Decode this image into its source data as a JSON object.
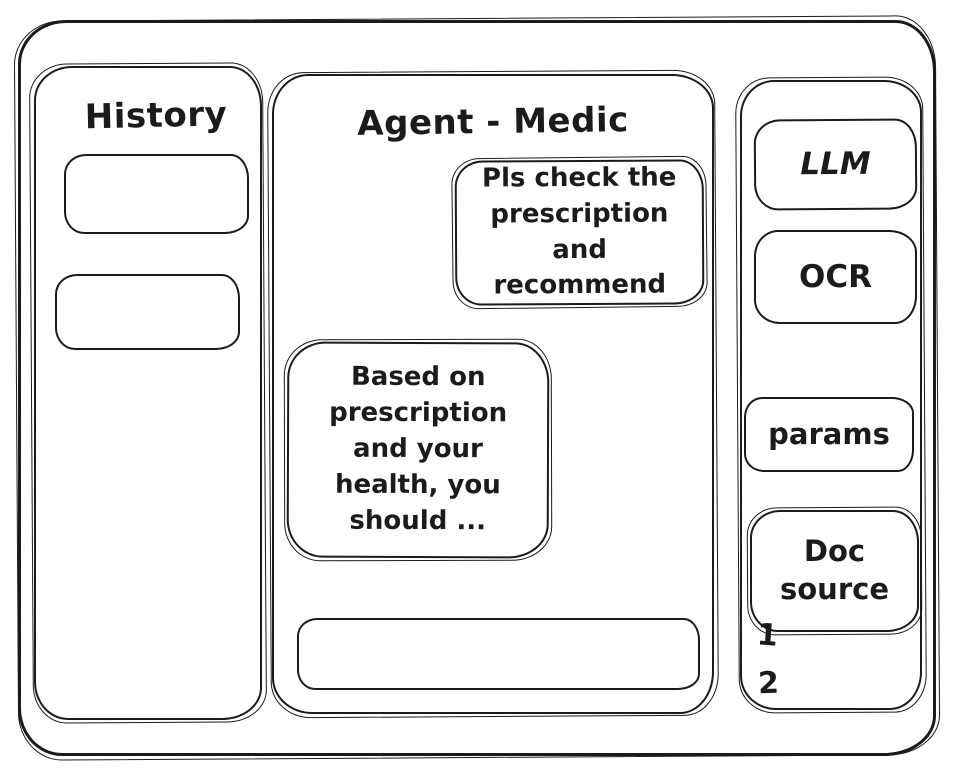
{
  "sidebar": {
    "title": "History",
    "items": [
      {
        "label": ""
      },
      {
        "label": ""
      }
    ]
  },
  "chat": {
    "title": "Agent - Medic",
    "messages": [
      {
        "role": "user",
        "text": "Pls check the\nprescription\nand recommend"
      },
      {
        "role": "assistant",
        "text": "Based on\nprescription\nand your\nhealth, you\nshould ..."
      }
    ],
    "input": {
      "value": "",
      "placeholder": ""
    }
  },
  "tools": {
    "buttons": [
      {
        "label": "LLM"
      },
      {
        "label": "OCR"
      },
      {
        "label": "params"
      },
      {
        "label": "Doc\nsource"
      }
    ],
    "doc_source_items": [
      "1",
      "2"
    ]
  },
  "style": {
    "ink_color": "#1b1b1b",
    "background": "#ffffff"
  }
}
